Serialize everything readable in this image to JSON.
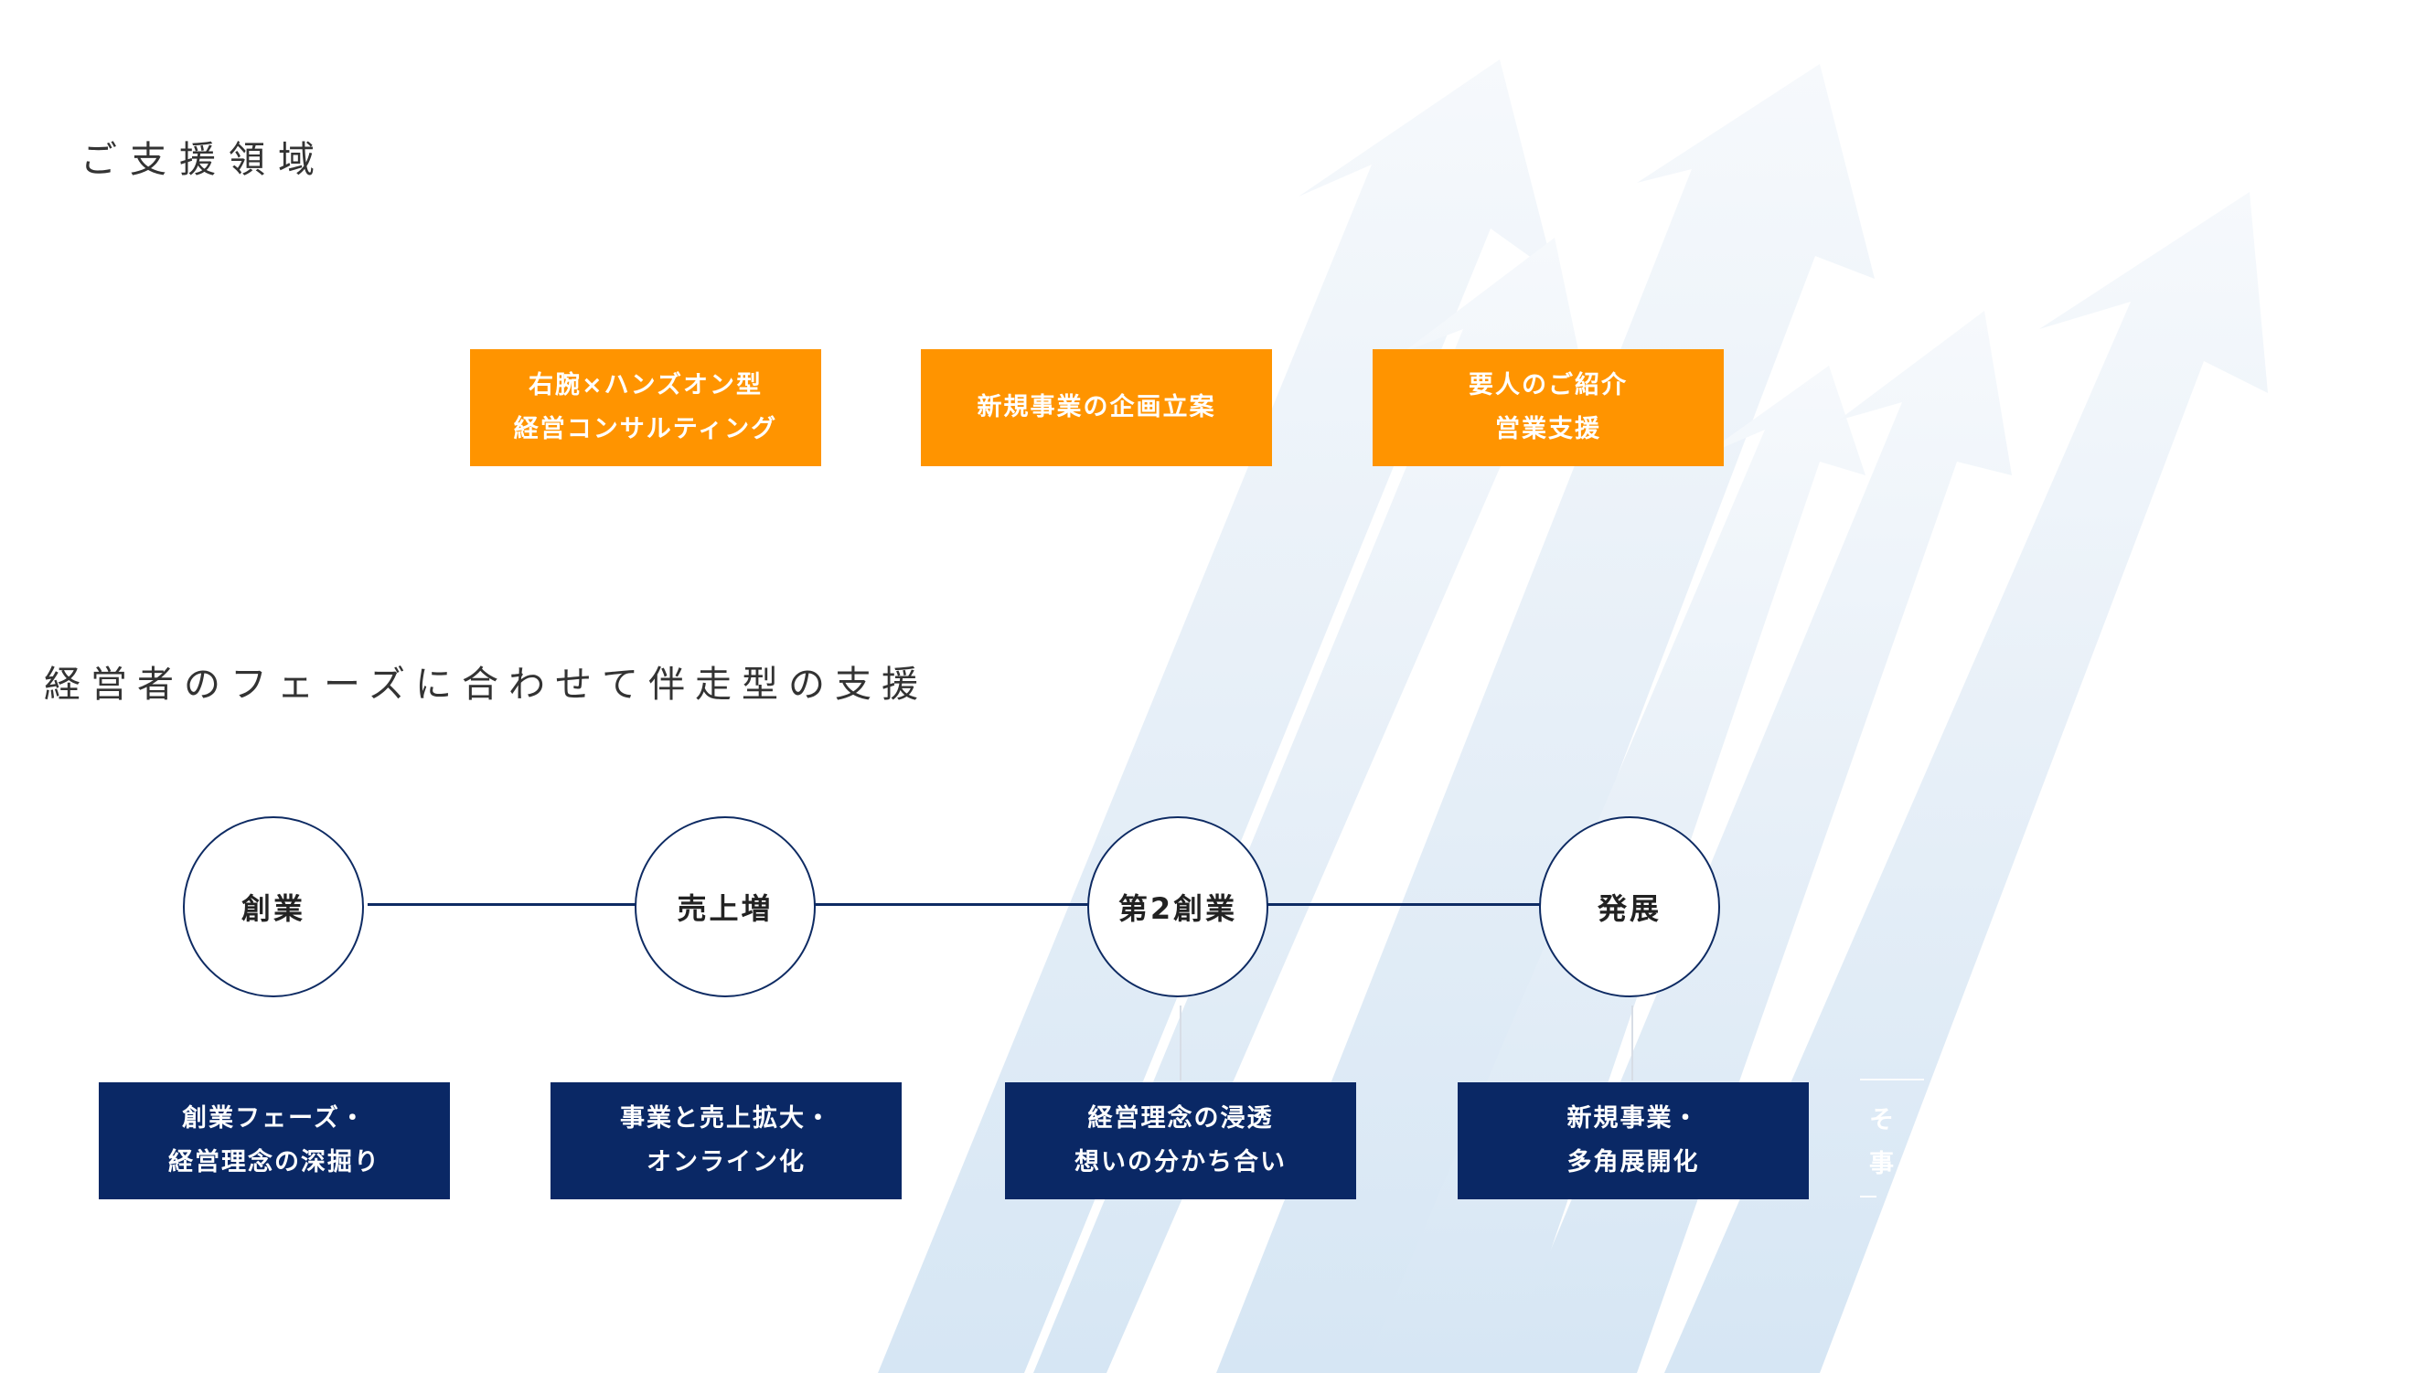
{
  "support_area": {
    "title": "ご支援領域",
    "items": [
      {
        "lines": [
          "右腕×ハンズオン型",
          "経営コンサルティング"
        ]
      },
      {
        "lines": [
          "新規事業の企画立案"
        ]
      },
      {
        "lines": [
          "要人のご紹介",
          "営業支援"
        ]
      }
    ]
  },
  "phases": {
    "title": "経営者のフェーズに合わせて伴走型の支援",
    "stages": [
      {
        "name": "創業",
        "detail": [
          "創業フェーズ・",
          "経営理念の深掘り"
        ]
      },
      {
        "name": "売上増",
        "detail": [
          "事業と売上拡大・",
          "オンライン化"
        ]
      },
      {
        "name": "第2創業",
        "detail": [
          "経営理念の浸透",
          "想いの分かち合い"
        ]
      },
      {
        "name": "発展",
        "detail": [
          "新規事業・",
          "多角展開化"
        ]
      }
    ],
    "cutoff_lines": [
      "そ",
      "事"
    ]
  },
  "colors": {
    "orange": "#ff9400",
    "navy": "#0a2865",
    "line": "#0e2b63",
    "arrow_light": "#dce9f5"
  }
}
